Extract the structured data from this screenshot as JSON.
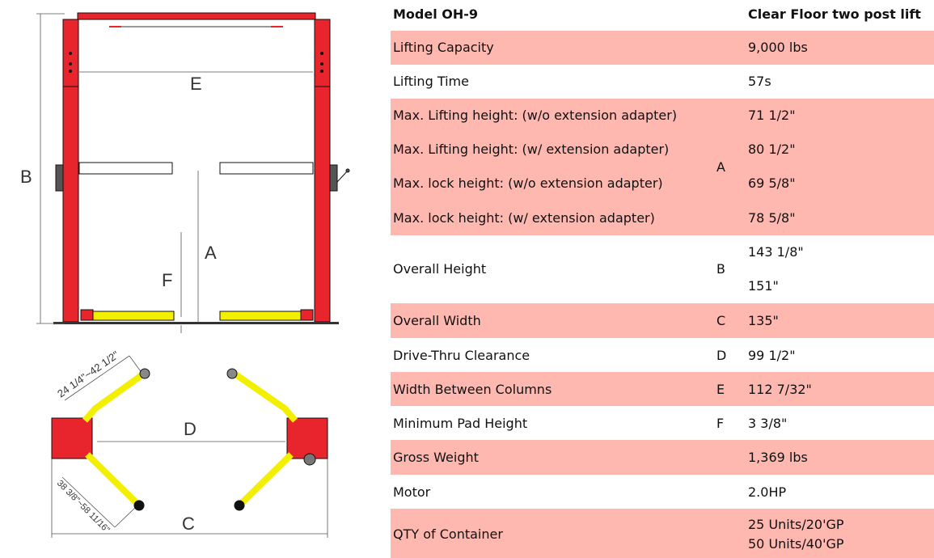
{
  "diagram": {
    "labels": {
      "A": "A",
      "B": "B",
      "C": "C",
      "D": "D",
      "E": "E",
      "F": "F"
    },
    "arm_short": "24 1/4\"~42 1/2\"",
    "arm_long": "38 3/8\"~58 11/16\""
  },
  "spec": {
    "header": {
      "model": "Model OH-9",
      "type": "Clear Floor two post lift"
    },
    "rows": [
      {
        "label": "Lifting Capacity",
        "letter": "",
        "value": "9,000 lbs"
      },
      {
        "label": "Lifting Time",
        "letter": "",
        "value": "57s"
      },
      {
        "label": "Max. Lifting height: (w/o extension adapter)",
        "letter": "",
        "value": "71 1/2\""
      },
      {
        "label": "Max. Lifting height:  (w/ extension adapter)",
        "letter": "A",
        "value": "80 1/2\""
      },
      {
        "label": "Max. lock height:  (w/o extension adapter)",
        "letter": "",
        "value": "69 5/8\""
      },
      {
        "label": "Max. lock height:  (w/ extension adapter)",
        "letter": "",
        "value": "78 5/8\""
      },
      {
        "label": "Overall Height",
        "letter": "B",
        "value": "143 1/8\"",
        "value2": "151\""
      },
      {
        "label": "Overall Width",
        "letter": "C",
        "value": "135\""
      },
      {
        "label": "Drive-Thru Clearance",
        "letter": "D",
        "value": "99 1/2\""
      },
      {
        "label": "Width Between Columns",
        "letter": "E",
        "value": "112 7/32\""
      },
      {
        "label": "Minimum Pad Height",
        "letter": "F",
        "value": "3 3/8\""
      },
      {
        "label": "Gross Weight",
        "letter": "",
        "value": "1,369 lbs"
      },
      {
        "label": "Motor",
        "letter": "",
        "value": "2.0HP"
      },
      {
        "label": "QTY of Container",
        "letter": "",
        "value": "25 Units/20'GP",
        "value2": "50 Units/40'GP"
      }
    ]
  },
  "colors": {
    "row_highlight": "#ffb8b0",
    "column": "#e8242c",
    "arm": "#f2f000"
  }
}
